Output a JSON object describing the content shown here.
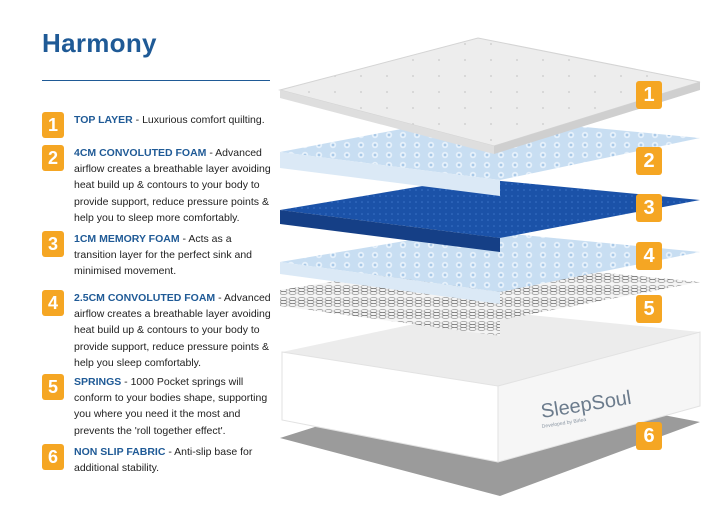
{
  "title": "Harmony",
  "features": [
    {
      "number": "1",
      "heading": "TOP LAYER",
      "description": " - Luxurious comfort quilting."
    },
    {
      "number": "2",
      "heading": "4CM CONVOLUTED FOAM",
      "description": " - Advanced airflow creates a breathable layer avoiding heat build up & contours to your body to provide support, reduce pressure points & help you to sleep more comfortably."
    },
    {
      "number": "3",
      "heading": "1CM MEMORY FOAM",
      "description": " - Acts as a transition layer for the perfect sink and minimised movement."
    },
    {
      "number": "4",
      "heading": "2.5CM CONVOLUTED FOAM",
      "description": " - Advanced airflow creates a breathable layer avoiding heat build up & contours to your body to provide support, reduce pressure points & help you sleep comfortably."
    },
    {
      "number": "5",
      "heading": "SPRINGS",
      "description": " - 1000 Pocket springs will conform to your bodies shape, supporting you where you need it the most and prevents the 'roll together effect'."
    },
    {
      "number": "6",
      "heading": "NON SLIP FABRIC",
      "description": " - Anti-slip base for additional stability."
    }
  ],
  "layer_labels": [
    "1",
    "2",
    "3",
    "4",
    "5",
    "6"
  ],
  "brand": {
    "logo_text": "SleepSoul",
    "tagline": "Developed by Birlea"
  },
  "colors": {
    "title": "#1f5a96",
    "badge": "#f5a623",
    "top_layer": "#eeeeee",
    "convoluted_foam": "#bcd7ef",
    "memory_foam": "#1a4fa3",
    "base": "#9a9a9a"
  }
}
